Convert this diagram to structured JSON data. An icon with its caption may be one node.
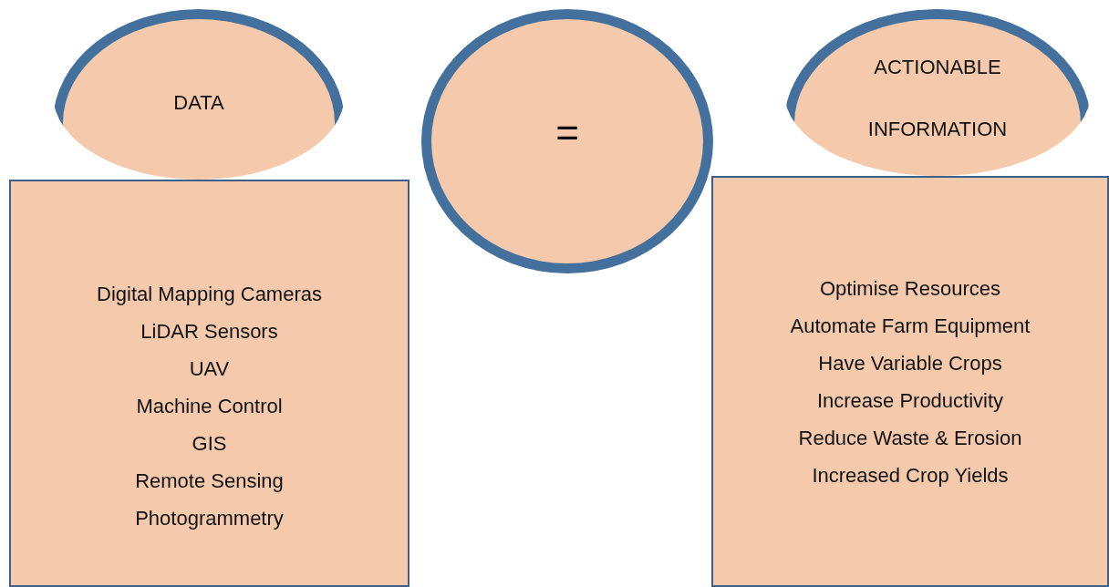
{
  "diagram": {
    "nodes": [
      {
        "text": [
          "DATA"
        ]
      },
      {
        "text": [
          "Digital Mapping Cameras",
          "LiDAR Sensors",
          "UAV",
          "Machine Control",
          "GIS",
          "Remote Sensing",
          "Photogrammetry"
        ]
      },
      {
        "text": [
          "="
        ]
      },
      {
        "text": [
          "ACTIONABLE INFORMATION"
        ]
      },
      {
        "text": [
          "Optimise Resources",
          "Automate Farm Equipment",
          "Have Variable Crops",
          "Increase Productivity",
          "Reduce Waste & Erosion",
          "Increased Crop Yields"
        ]
      }
    ]
  }
}
